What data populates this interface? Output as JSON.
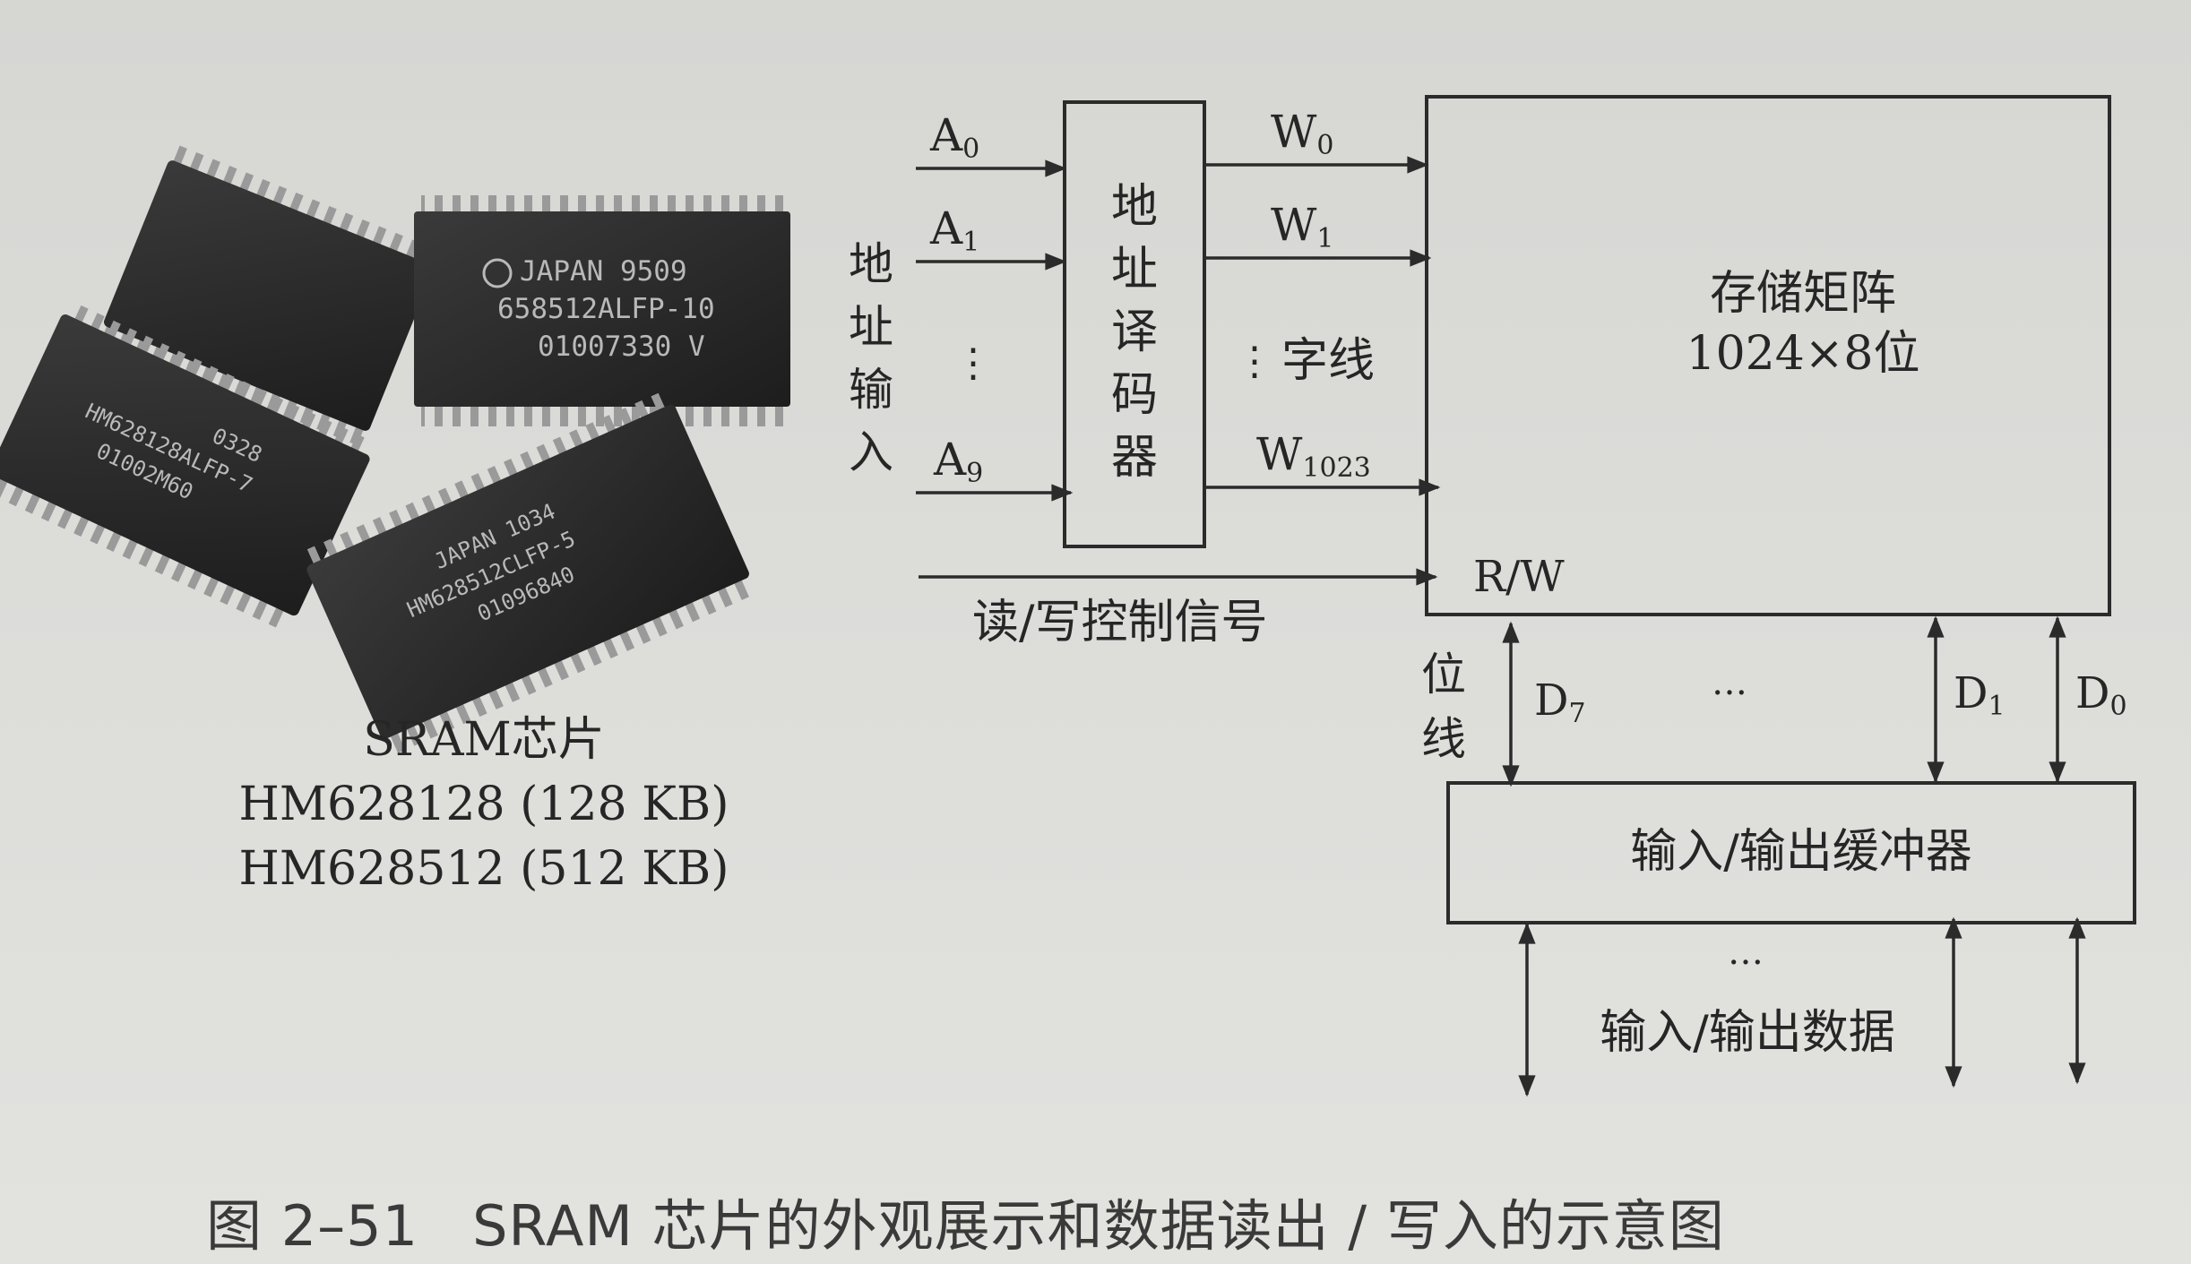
{
  "chips": {
    "chip_a": [],
    "chip_b": [
      "JAPAN 9509",
      "658512ALFP-10",
      "01007330 V"
    ],
    "chip_c": [
      "0328",
      "HM628128ALFP-7",
      "01002M60"
    ],
    "chip_d": [
      "JAPAN 1034",
      "HM628512CLFP-5",
      "01096840"
    ]
  },
  "chip_caption": {
    "title": "SRAM芯片",
    "line1": "HM628128 (128 KB)",
    "line2": "HM628512 (512 KB)"
  },
  "diagram": {
    "address_input_label": [
      "地",
      "址",
      "输",
      "入"
    ],
    "address_lines": [
      {
        "base": "A",
        "sub": "0"
      },
      {
        "base": "A",
        "sub": "1"
      },
      {
        "base": "A",
        "sub": "9"
      }
    ],
    "vdots": "⋮",
    "decoder_label": [
      "地",
      "址",
      "译",
      "码",
      "器"
    ],
    "word_lines": [
      {
        "base": "W",
        "sub": "0"
      },
      {
        "base": "W",
        "sub": "1"
      },
      {
        "base": "W",
        "sub": "1023"
      }
    ],
    "word_line_label": "字线",
    "matrix_label_1": "存储矩阵",
    "matrix_label_2": "1024×8位",
    "rw_label": "R/W",
    "rw_signal_label": "读/写控制信号",
    "bit_line_label": [
      "位",
      "线"
    ],
    "data_lines": [
      {
        "base": "D",
        "sub": "7"
      },
      {
        "base": "D",
        "sub": "1"
      },
      {
        "base": "D",
        "sub": "0"
      }
    ],
    "hdots": "…",
    "buffer_label": "输入/输出缓冲器",
    "io_data_label": "输入/输出数据"
  },
  "figure_caption": {
    "number": "图 2–51",
    "text": "SRAM 芯片的外观展示和数据读出 / 写入的示意图"
  }
}
